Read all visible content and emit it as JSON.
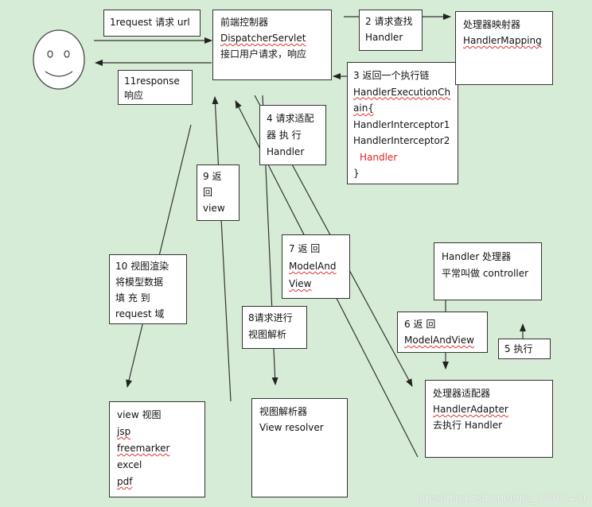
{
  "user": {
    "icon": "smiley-face-icon"
  },
  "steps": {
    "s1": [
      "1request 请求 url"
    ],
    "s11": [
      "11response",
      "响应"
    ],
    "s2": [
      "2 请求查找",
      "Handler"
    ],
    "s3": [
      "3 返回一个执行链",
      "HandlerExecutionCh",
      "ain{",
      "HandlerInterceptor1",
      "HandlerInterceptor2",
      "Handler",
      "}"
    ],
    "s4": [
      "4 请求适配",
      "器 执 行",
      "Handler"
    ],
    "s5": [
      "5 执行"
    ],
    "s6": [
      "6",
      "返",
      "回",
      "ModelAndView"
    ],
    "s7": [
      "7  返  回",
      "ModelAnd",
      "View"
    ],
    "s8": [
      "8请求进行",
      "视图解析"
    ],
    "s9": [
      "9  返",
      "回",
      "view"
    ],
    "s10": [
      "10 视图渲染",
      "将模型数据",
      "填 充 到",
      "request 域"
    ]
  },
  "components": {
    "dispatcher": [
      "前端控制器",
      "DispatcherServlet",
      "接口用户请求，响应"
    ],
    "mapping": [
      "处理器映射器",
      "HandlerMapping"
    ],
    "handler": [
      "Handler 处理器",
      "平常叫做 controller"
    ],
    "adapter": [
      "处理器适配器",
      "HandlerAdapter",
      "去执行 Handler"
    ],
    "resolver": [
      "视图解析器",
      "View resolver"
    ],
    "view": [
      "view 视图",
      "jsp",
      "freemarker",
      "excel",
      "pdf"
    ]
  },
  "watermark": "https://blog.csdn.net/m0_38061421"
}
